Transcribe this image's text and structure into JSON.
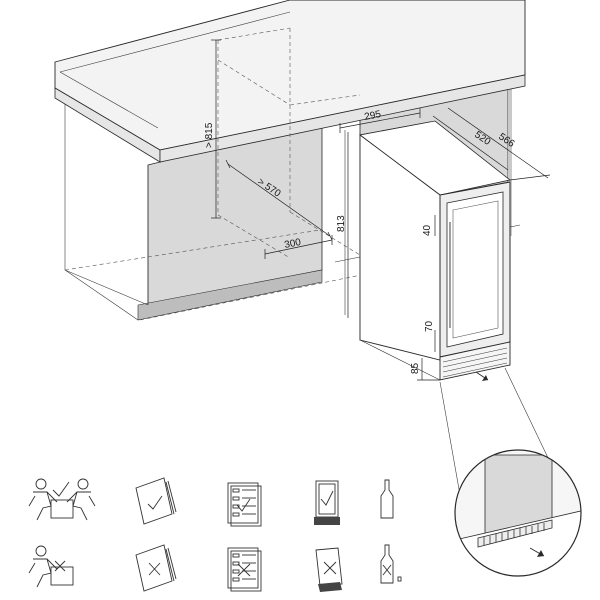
{
  "dimensions": {
    "cabinet_height": "> 815",
    "cabinet_depth": "> 570",
    "cabinet_width": "300",
    "unit_width": "295",
    "unit_depth_body": "520",
    "unit_depth_total": "566",
    "unit_height": "813",
    "door_gap_top": "40",
    "door_gap_bottom": "70",
    "plinth_height": "85"
  },
  "colors": {
    "line": "#2a2a2a",
    "shade": "#d9d9d9",
    "counter": "#f2f2f2"
  },
  "icons": [
    "two-person-lift-ok-icon",
    "manual-ok-icon",
    "content-list-ok-icon",
    "door-open-ok-icon",
    "bottle-ok-icon",
    "one-person-lift-no-icon",
    "manual-no-icon",
    "content-list-no-icon",
    "tilted-unit-no-icon",
    "bottle-no-icon"
  ]
}
